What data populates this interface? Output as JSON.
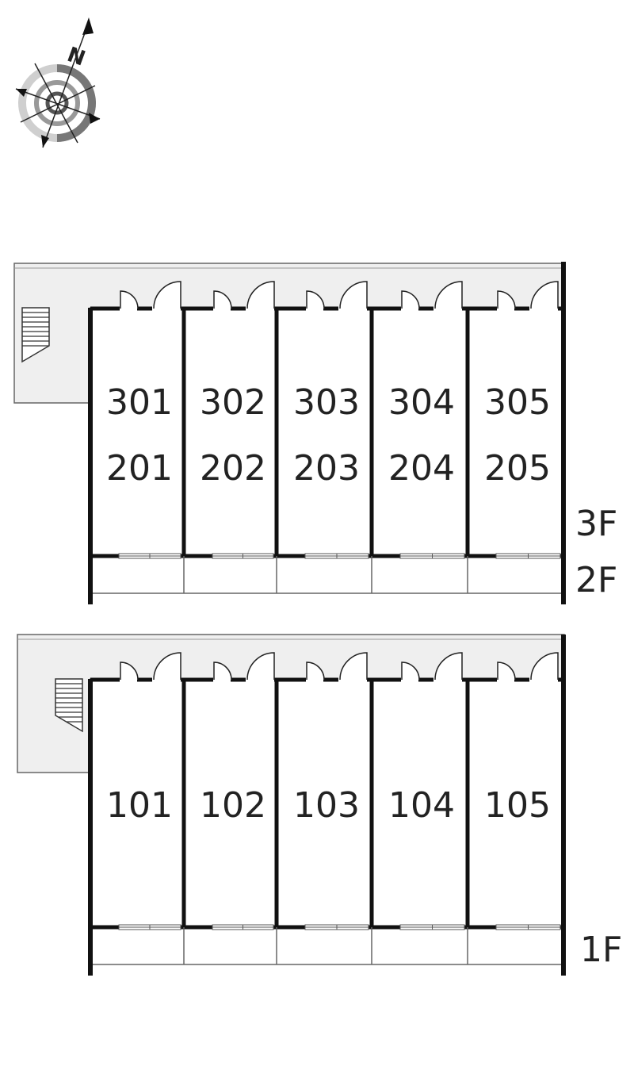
{
  "compass": {
    "north_label": "N",
    "icon": "compass-rose-icon"
  },
  "upper_block": {
    "floor_labels": [
      "3F",
      "2F"
    ],
    "units_top_row": [
      "301",
      "302",
      "303",
      "304",
      "305"
    ],
    "units_bottom_row": [
      "201",
      "202",
      "203",
      "204",
      "205"
    ]
  },
  "lower_block": {
    "floor_labels": [
      "1F"
    ],
    "units": [
      "101",
      "102",
      "103",
      "104",
      "105"
    ]
  },
  "colors": {
    "walkway": "#efefef",
    "wall": "#111111",
    "thin_line": "#555555",
    "compass_ring": "#888888",
    "compass_ring_light": "#cccccc"
  }
}
